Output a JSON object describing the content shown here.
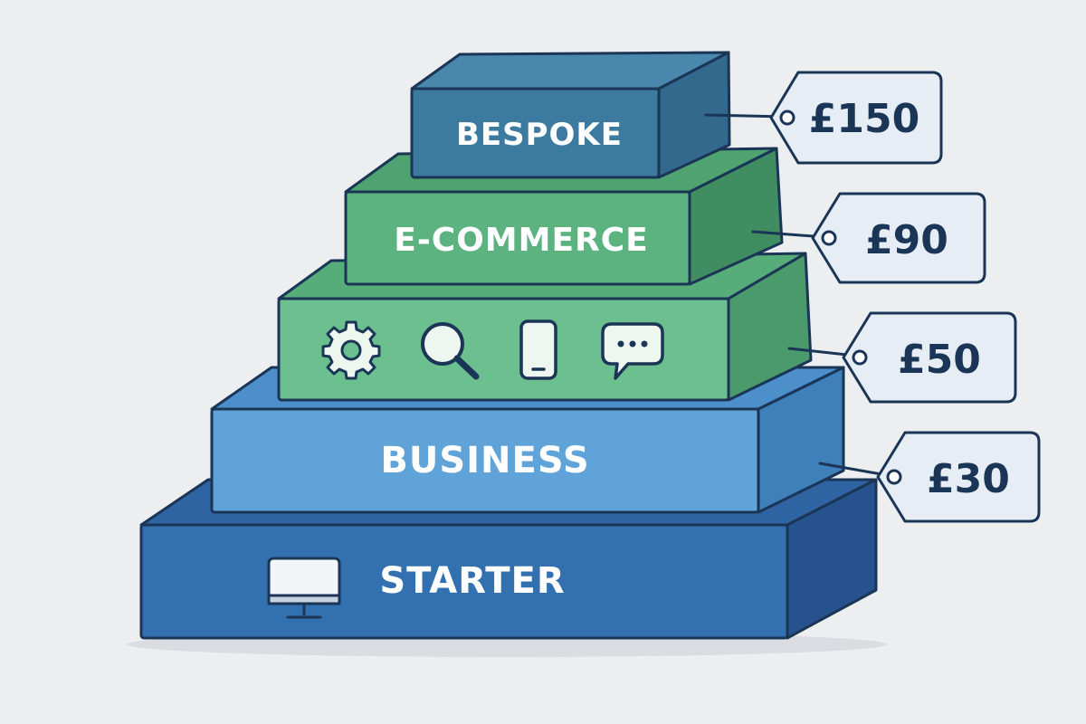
{
  "tiers": [
    {
      "id": "starter",
      "label": "STARTER",
      "icon": "monitor-icon",
      "front": "#3370b0",
      "top": "#2f64a3",
      "side": "#26538e"
    },
    {
      "id": "business",
      "label": "BUSINESS",
      "icon": "",
      "front": "#5fa3d8",
      "top": "#4d8fcb",
      "side": "#3f7fba"
    },
    {
      "id": "features",
      "label": "",
      "icons": [
        "gear-icon",
        "search-icon",
        "mobile-phone-icon",
        "chat-bubble-icon"
      ],
      "front": "#6cc08f",
      "top": "#57ad7a",
      "side": "#4a9a6c"
    },
    {
      "id": "ecommerce",
      "label": "E-COMMERCE",
      "icon": "",
      "front": "#5db380",
      "top": "#4ea371",
      "side": "#3f8d61"
    },
    {
      "id": "bespoke",
      "label": "BESPOKE",
      "icon": "",
      "front": "#3d7aa0",
      "top": "#4a87ac",
      "side": "#33698d"
    }
  ],
  "prices": [
    {
      "tier": "bespoke",
      "text": "£150"
    },
    {
      "tier": "ecommerce",
      "text": "£90"
    },
    {
      "tier": "features",
      "text": "£50"
    },
    {
      "tier": "business",
      "text": "£30"
    }
  ],
  "colors": {
    "outline": "#1b3556",
    "tag_fill": "#e6edf5",
    "background": "#eceef0"
  }
}
